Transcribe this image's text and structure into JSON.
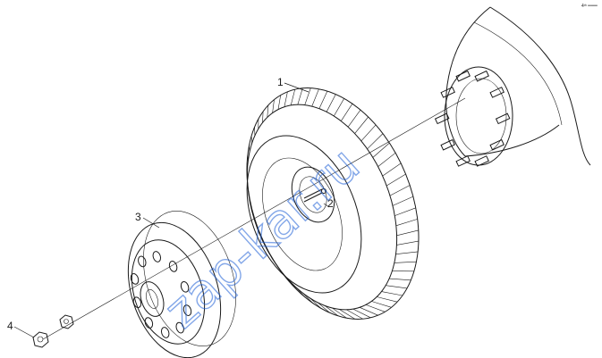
{
  "diagram": {
    "callouts": [
      {
        "id": "1",
        "label": "1",
        "part": "tire"
      },
      {
        "id": "2",
        "label": "2",
        "part": "valve"
      },
      {
        "id": "3",
        "label": "3",
        "part": "wheel-disc"
      },
      {
        "id": "4",
        "label": "4",
        "part": "wheel-nut"
      }
    ],
    "corner_mark": "4ᵗʰ ═══",
    "watermark": "zap-kar.ru",
    "colors": {
      "line": "#1a1a1a",
      "watermark": "#1d5fd6",
      "background": "#ffffff"
    }
  }
}
